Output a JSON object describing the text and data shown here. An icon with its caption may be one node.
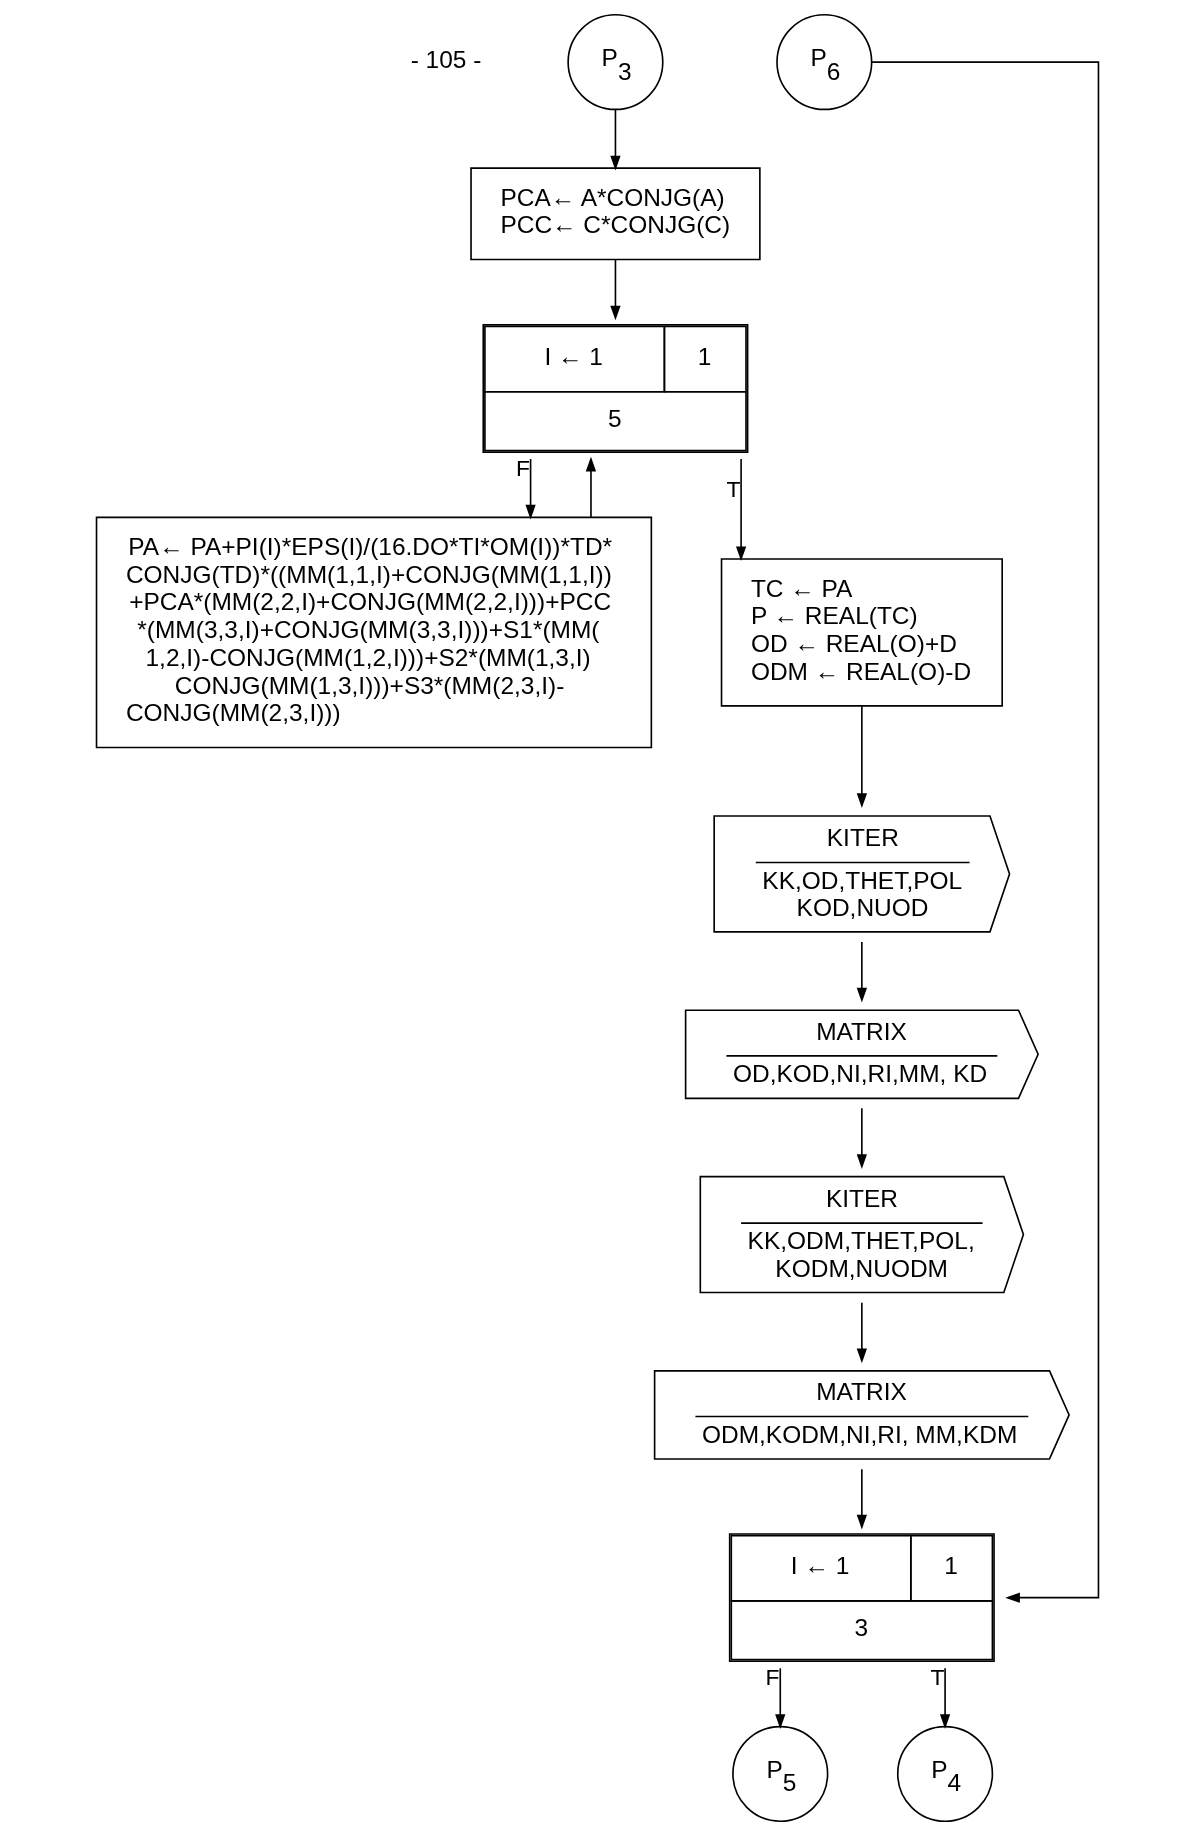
{
  "diagram": {
    "nodes": [
      {
        "text": [
          "P$_{3}$"
        ]
      },
      {
        "text": [
          "PCA← A*CONJG(A)",
          "PCC← C*CONJG(C)"
        ]
      },
      {
        "text": [
          "I ← 1",
          "1",
          "5"
        ]
      },
      {
        "text": [
          "PA← PA+PI(I)*EPS(I)/(16.DO*TI*OM(I))*TD* CONJG(TD)*((MM(1,1,I)+CONJG(MM(1,1,I)) +PCA*(MM(2,2,I)+CONJG(MM(2,2,I)))+PCC *(MM(3,3,I)+CONJG(MM(3,3,I)))+S1*(MM( 1,2,I)-CONJG(MM(1,2,I)))+S2*(MM(1,3,I) CONJG(MM(1,3,I)))+S3*(MM(2,3,I)- CONJG(MM(2,3,I)))"
        ]
      },
      {
        "text": [
          "TC ← PA",
          "P ← REAL(TC)",
          "OD ← REAL(O)+D",
          "ODM ← REAL(O)-D"
        ]
      },
      {
        "text": [
          "KITER",
          "KK,OD,THET,POL KOD,NUOD"
        ]
      },
      {
        "text": [
          "MATRIX",
          "OD,KOD,NI,RI,MM, KD"
        ]
      },
      {
        "text": [
          "KITER",
          "KK,ODM,THET,POL, KODM,NUODM"
        ]
      },
      {
        "text": [
          "MATRIX",
          "ODM,KODM,NI,RI, MM,KDM"
        ]
      },
      {
        "text": [
          "I ← 1",
          "1",
          "3"
        ]
      },
      {
        "text": [
          "P$_{6}$"
        ]
      },
      {
        "text": [
          "P$_{5}$"
        ]
      },
      {
        "text": [
          "P$_{4}$"
        ]
      }
    ],
    "edges": [
      {
        "from": 0,
        "to": 1,
        "arrow": "to"
      },
      {
        "from": 1,
        "to": 2,
        "arrow": "to"
      },
      {
        "from": 2,
        "to": 3,
        "arrow": "to",
        "label": "F"
      },
      {
        "from": 3,
        "to": 2,
        "arrow": "to"
      },
      {
        "from": 2,
        "to": 4,
        "arrow": "to",
        "label": "T"
      },
      {
        "from": 4,
        "to": 5,
        "arrow": "to"
      },
      {
        "from": 5,
        "to": 6,
        "arrow": "to"
      },
      {
        "from": 6,
        "to": 7,
        "arrow": "to"
      },
      {
        "from": 7,
        "to": 8,
        "arrow": "to"
      },
      {
        "from": 8,
        "to": 9,
        "arrow": "to"
      },
      {
        "from": 10,
        "to": 9,
        "arrow": "to"
      },
      {
        "from": 9,
        "to": 11,
        "arrow": "to",
        "label": "F"
      },
      {
        "from": 9,
        "to": 12,
        "arrow": "to",
        "label": "T"
      }
    ],
    "labels": [
      "- 105 -"
    ]
  }
}
